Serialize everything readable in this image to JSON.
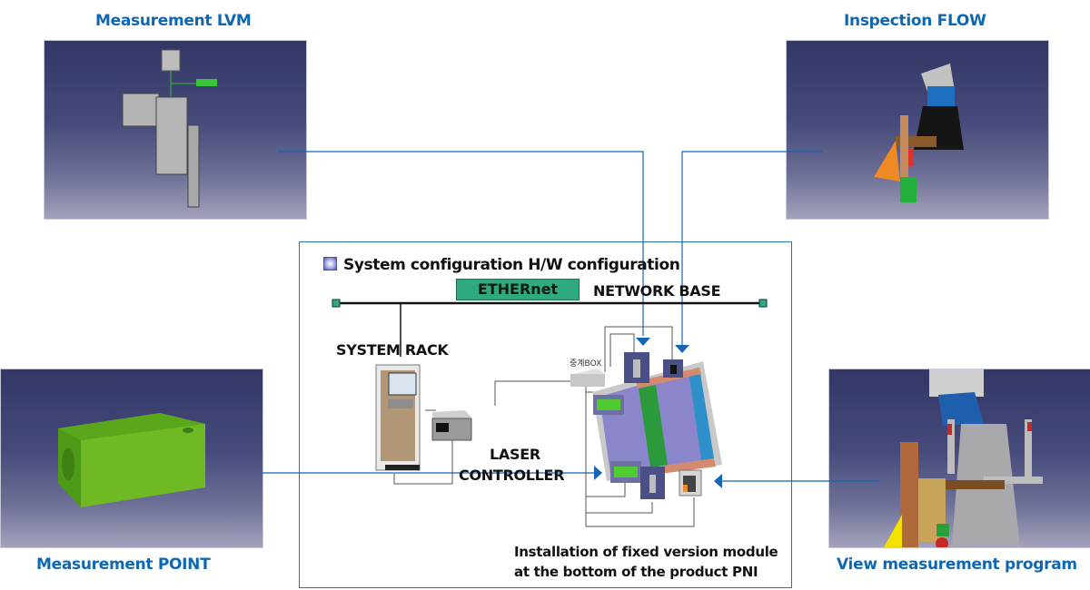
{
  "captions": {
    "measurement_lvm": "Measurement LVM",
    "inspection_flow": "Inspection FLOW",
    "measurement_point": "Measurement POINT",
    "view_program": "View measurement program"
  },
  "center": {
    "heading": "System configuration H/W configuration",
    "ethernet_label": "ETHERnet",
    "network_base_label": "NETWORK BASE",
    "system_rack_label": "SYSTEM RACK",
    "laser_controller_line1": "LASER",
    "laser_controller_line2": "CONTROLLER",
    "relay_box_label": "중계BOX",
    "note_line1": "Installation of fixed version module",
    "note_line2": "at the bottom of the product PNI"
  },
  "colors": {
    "caption_blue": "#0e67b2",
    "connector_blue": "#1565b4",
    "ethernet_green": "#2eaa7e",
    "panel_navy": "#323766"
  }
}
